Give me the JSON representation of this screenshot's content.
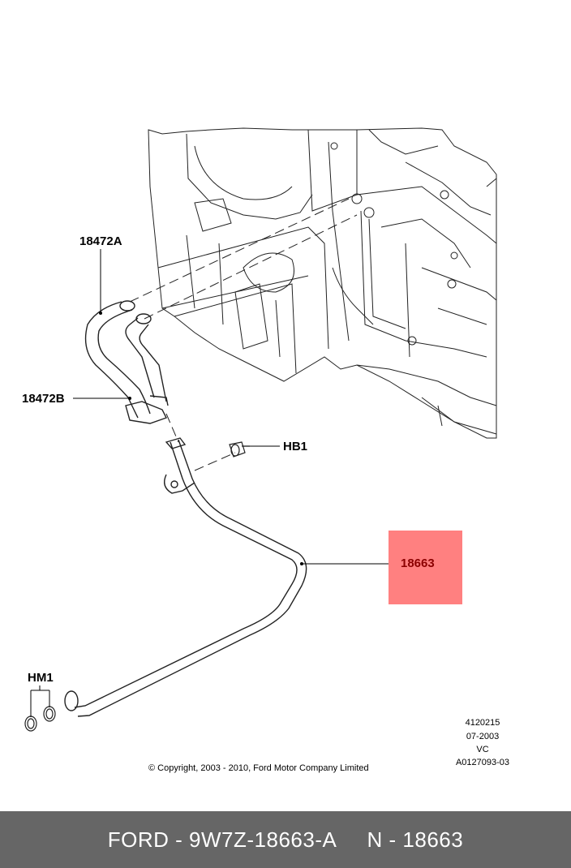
{
  "callouts": {
    "hose_a": "18472A",
    "hose_b": "18472B",
    "hb1": "HB1",
    "hm1": "HM1",
    "tube": "18663"
  },
  "highlight_color": "#ff8080",
  "meta": {
    "line1": "4120215",
    "line2": "07-2003",
    "line3": "VC",
    "line4": "A0127093-03"
  },
  "copyright": "© Copyright, 2003 - 2010, Ford Motor Company Limited",
  "footer": {
    "text": "FORD - 9W7Z-18663-A     N - 18663",
    "background": "#666666"
  }
}
